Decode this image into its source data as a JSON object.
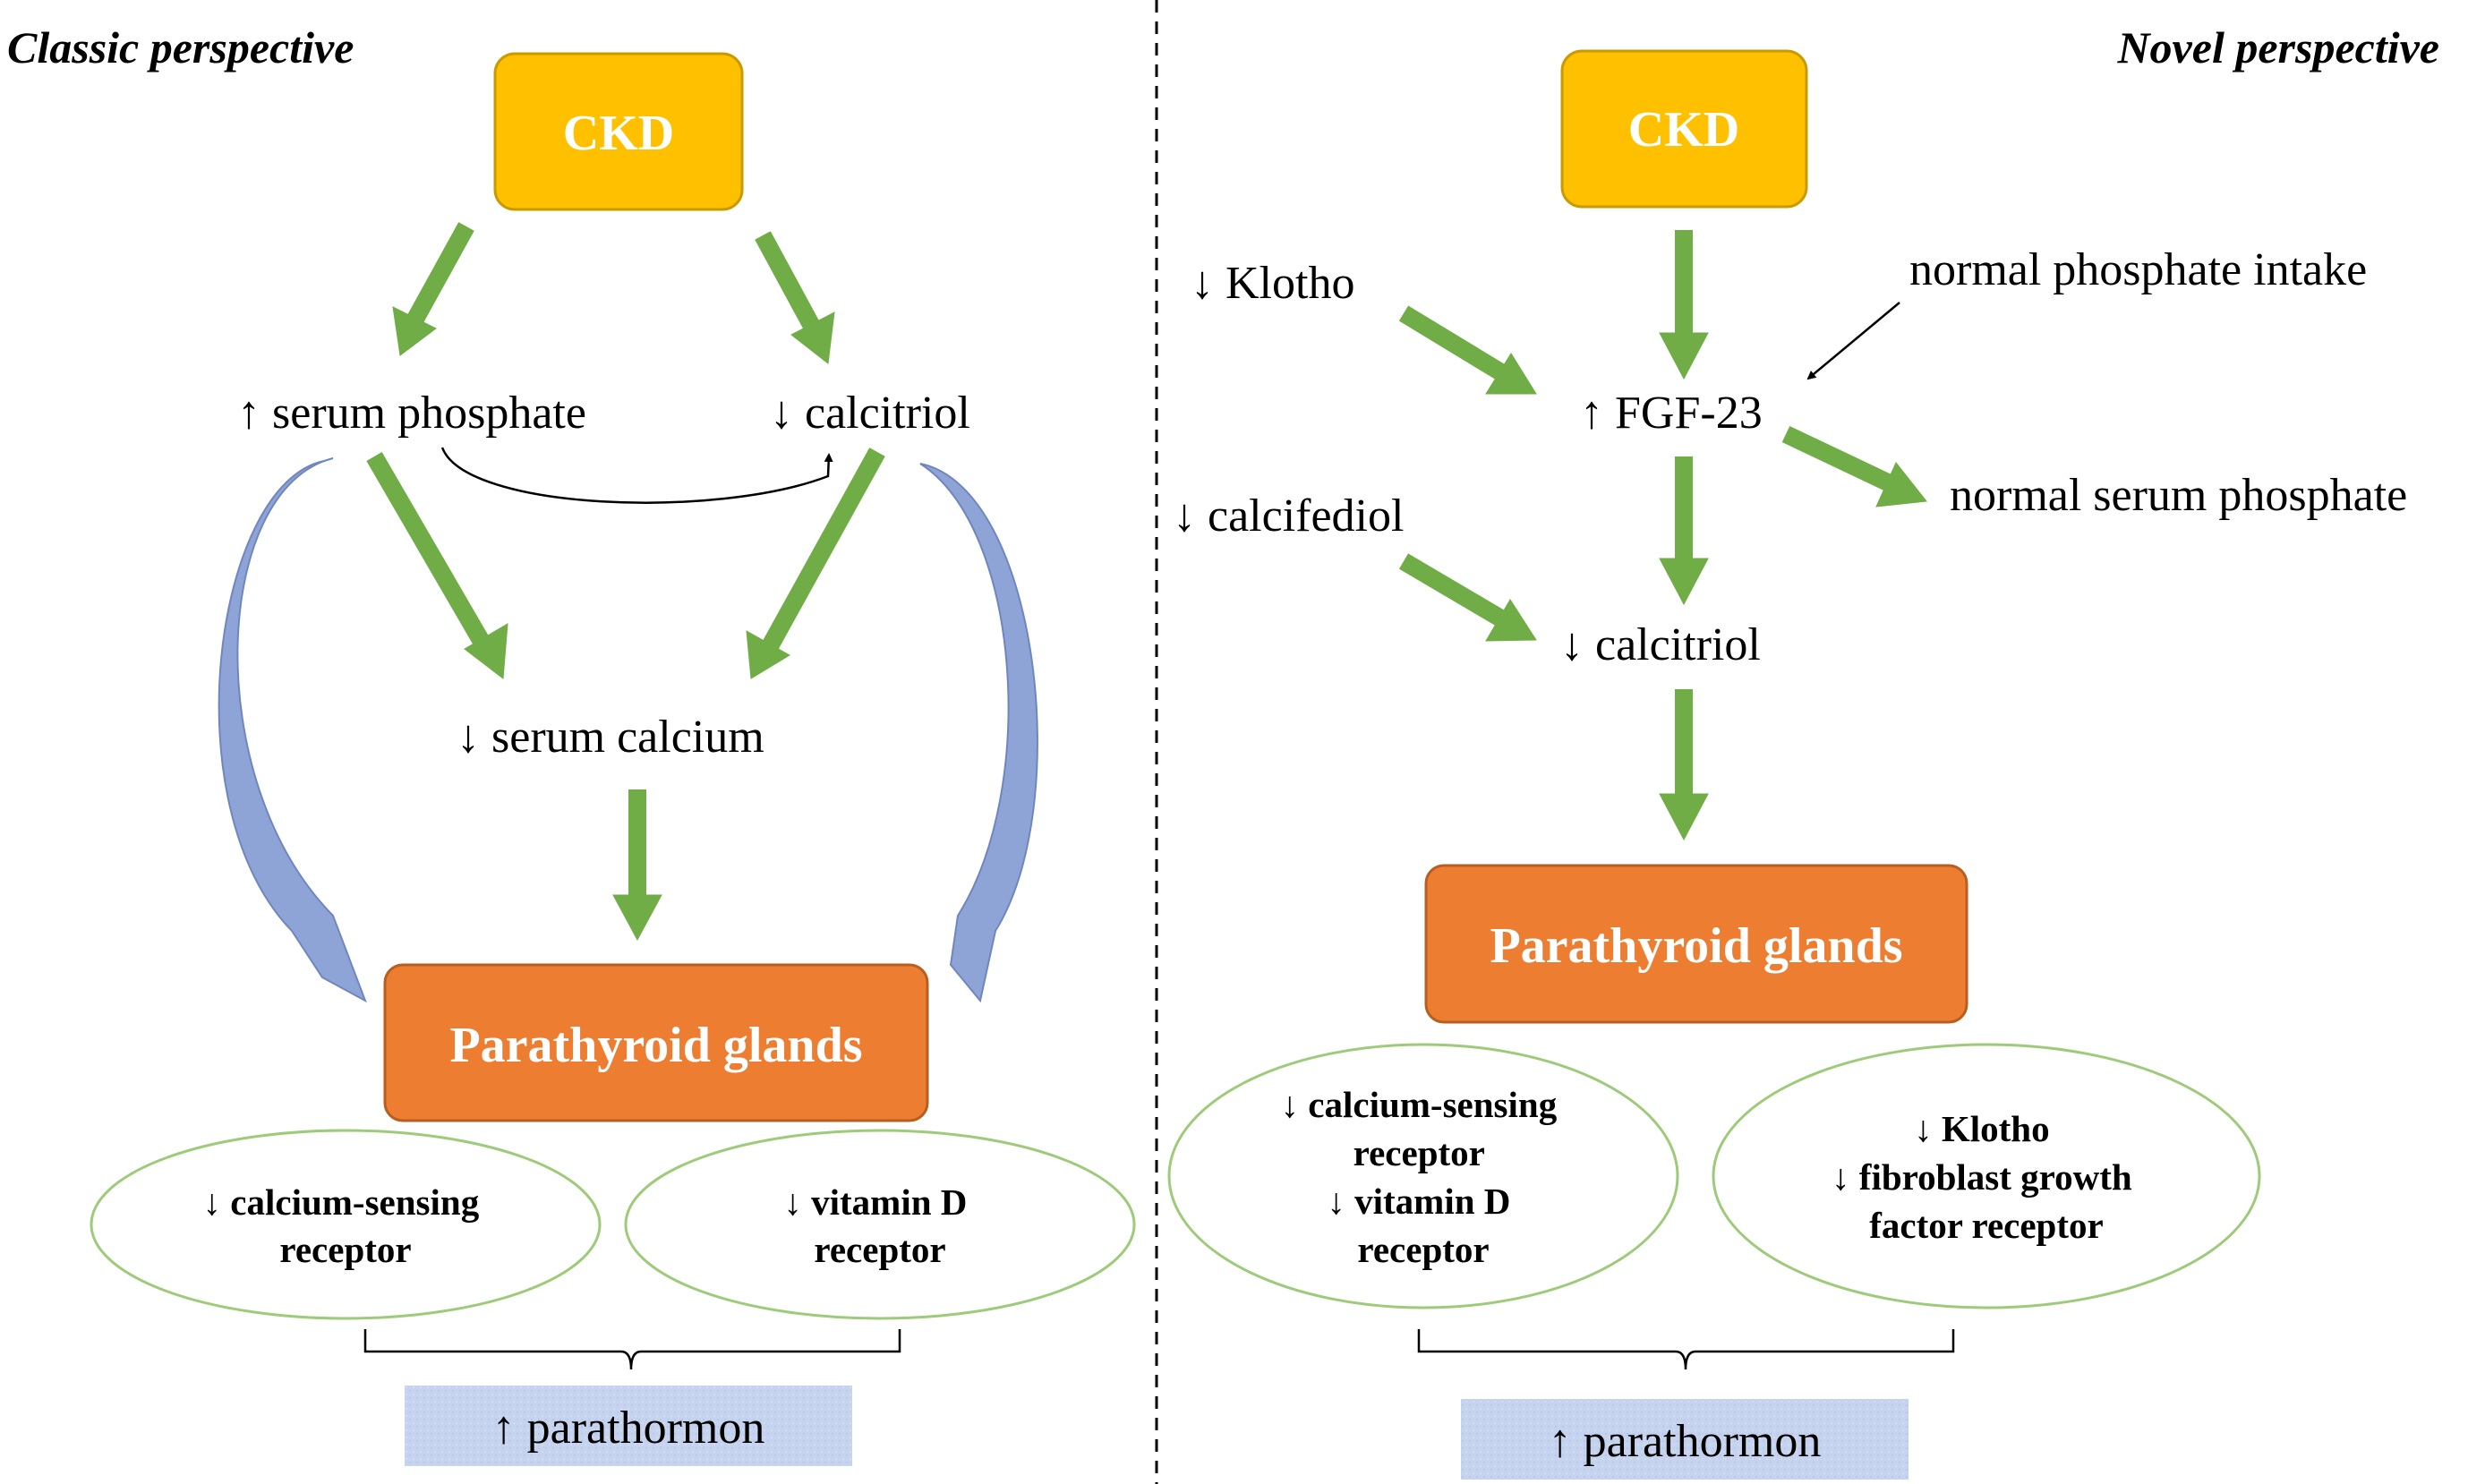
{
  "colors": {
    "ckd_fill": "#FFC000",
    "ckd_stroke": "#C99A00",
    "parathyroid_fill": "#ED7D31",
    "parathyroid_stroke": "#B85E20",
    "green_arrow": "#70AD47",
    "blue_arrow": "#8EA4D6",
    "ellipse_stroke": "#9ECB7A",
    "result_fill": "#C5D3EE"
  },
  "left": {
    "heading": "Classic perspective",
    "ckd": "CKD",
    "serum_phosphate": "↑ serum phosphate",
    "calcitriol": "↓ calcitriol",
    "serum_calcium": "↓ serum calcium",
    "parathyroid": "Parathyroid glands",
    "ellipse1": [
      "↓ calcium-sensing",
      "receptor"
    ],
    "ellipse2": [
      "↓ vitamin D",
      "receptor"
    ],
    "result": "↑ parathormon"
  },
  "right": {
    "heading": "Novel perspective",
    "ckd": "CKD",
    "klotho": "↓ Klotho",
    "phosphate_intake": "normal phosphate intake",
    "fgf23": "↑ FGF-23",
    "normal_serum_phosphate": "normal serum phosphate",
    "calcifediol": "↓ calcifediol",
    "calcitriol": "↓ calcitriol",
    "parathyroid": "Parathyroid glands",
    "ellipse1": [
      "↓ calcium-sensing",
      "receptor",
      "↓ vitamin D",
      "receptor"
    ],
    "ellipse2": [
      "↓ Klotho",
      "↓ fibroblast growth",
      "factor receptor"
    ],
    "result": "↑ parathormon"
  }
}
